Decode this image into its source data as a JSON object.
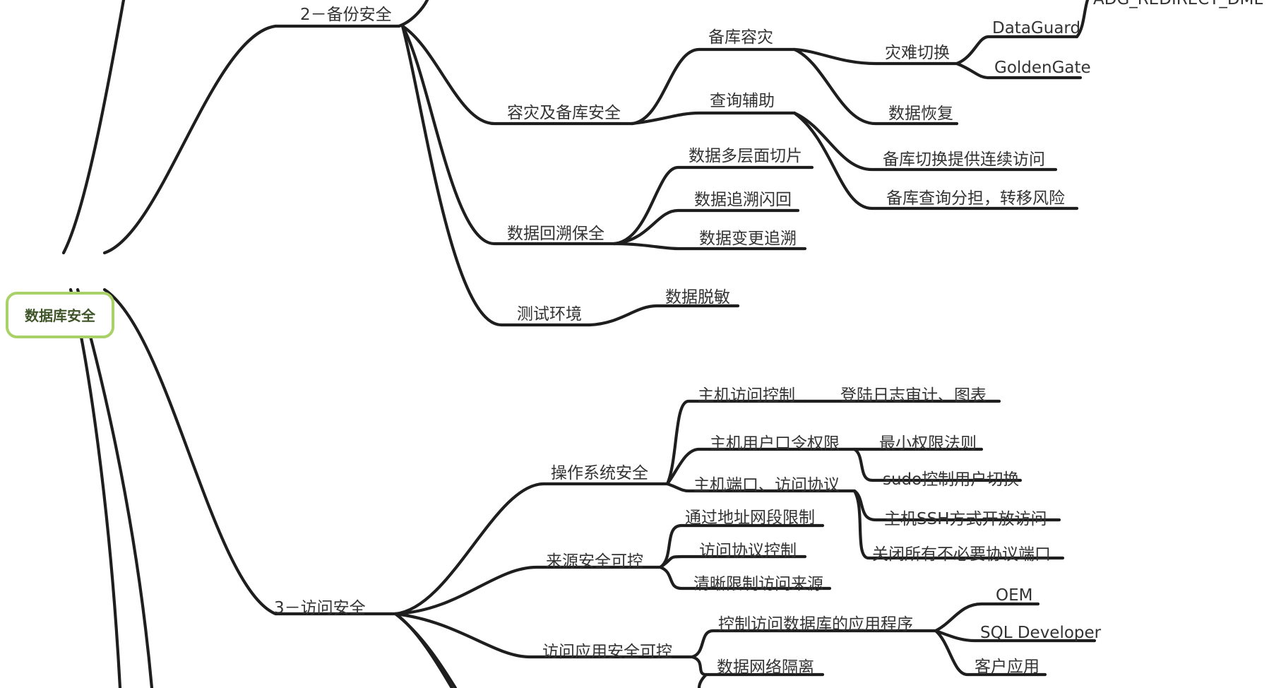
{
  "root": "数据库安全",
  "colors": {
    "root_border": "#a8d168",
    "root_text": "#3f5428",
    "branch": "#1e1e1e",
    "label": "#333333"
  },
  "branches": [
    {
      "label": "2－备份安全",
      "children": [
        {
          "label": "容灾及备库安全",
          "children": [
            {
              "label": "备库容灾",
              "children": [
                {
                  "label": "灾难切换",
                  "children": [
                    "DataGuard",
                    "GoldenGate"
                  ]
                },
                {
                  "label": "数据恢复"
                }
              ]
            },
            {
              "label": "查询辅助",
              "children": [
                "备库切换提供连续访问",
                "备库查询分担，转移风险"
              ]
            }
          ]
        },
        {
          "label": "数据回溯保全",
          "children": [
            "数据多层面切片",
            "数据追溯闪回",
            "数据变更追溯"
          ]
        },
        {
          "label": "测试环境",
          "children": [
            "数据脱敏"
          ]
        }
      ]
    },
    {
      "label": "3－访问安全",
      "children": [
        {
          "label": "操作系统安全",
          "children": [
            {
              "label": "主机访问控制",
              "children": [
                "登陆日志审计、图表"
              ]
            },
            {
              "label": "主机用户口令权限",
              "children": [
                "最小权限法则",
                "sudo控制用户切换"
              ]
            },
            {
              "label": "主机端口、访问协议",
              "children": [
                "主机SSH方式开放访问",
                "关闭所有不必要协议端口"
              ]
            }
          ]
        },
        {
          "label": "来源安全可控",
          "children": [
            "通过地址网段限制",
            "访问协议控制",
            "清晰限制访问来源"
          ]
        },
        {
          "label": "访问应用安全可控",
          "children": [
            {
              "label": "控制访问数据库的应用程序",
              "children": [
                "OEM",
                "SQL Developer",
                "客户应用"
              ]
            },
            {
              "label": "数据网络隔离"
            }
          ]
        }
      ]
    }
  ],
  "partial_top_right": "ADG_REDIRECT_DML"
}
